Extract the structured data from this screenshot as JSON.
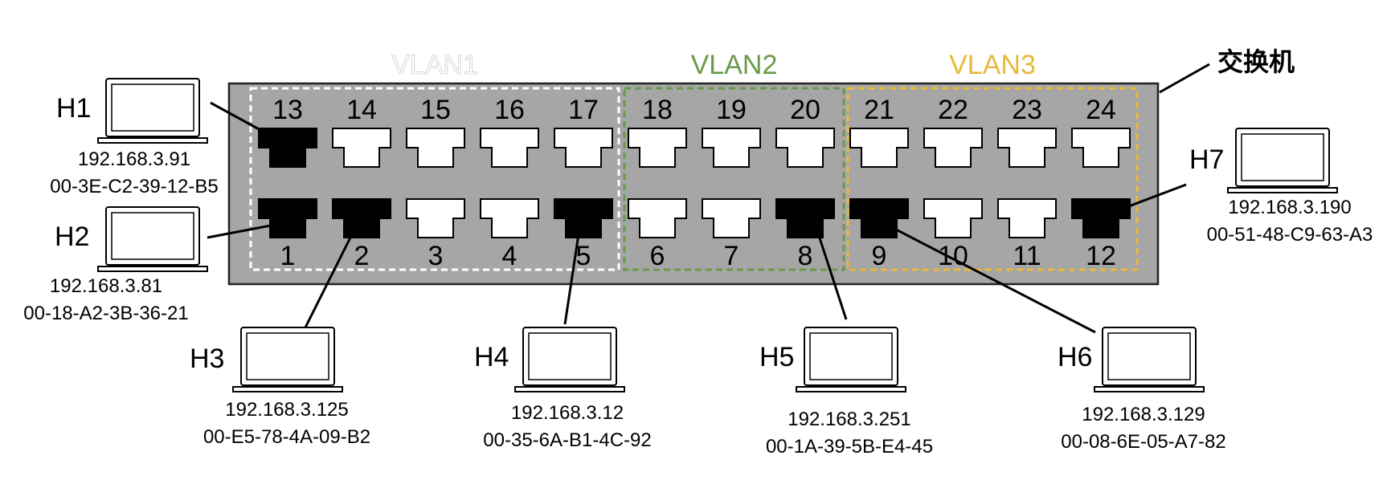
{
  "switch_label": "交换机",
  "vlans": [
    {
      "name": "VLAN1",
      "color": "#ffffff",
      "ports": [
        1,
        2,
        3,
        4,
        5,
        13,
        14,
        15,
        16,
        17
      ]
    },
    {
      "name": "VLAN2",
      "color": "#6a9a4a",
      "ports": [
        6,
        7,
        8,
        18,
        19,
        20
      ]
    },
    {
      "name": "VLAN3",
      "color": "#e8b93a",
      "ports": [
        9,
        10,
        11,
        12,
        21,
        22,
        23,
        24
      ]
    }
  ],
  "ports_top": [
    13,
    14,
    15,
    16,
    17,
    18,
    19,
    20,
    21,
    22,
    23,
    24
  ],
  "ports_bottom": [
    1,
    2,
    3,
    4,
    5,
    6,
    7,
    8,
    9,
    10,
    11,
    12
  ],
  "connected_ports": [
    1,
    2,
    5,
    8,
    9,
    12,
    13
  ],
  "hosts": [
    {
      "name": "H1",
      "ip": "192.168.3.91",
      "mac": "00-3E-C2-39-12-B5",
      "port": 13
    },
    {
      "name": "H2",
      "ip": "192.168.3.81",
      "mac": "00-18-A2-3B-36-21",
      "port": 1
    },
    {
      "name": "H3",
      "ip": "192.168.3.125",
      "mac": "00-E5-78-4A-09-B2",
      "port": 2
    },
    {
      "name": "H4",
      "ip": "192.168.3.12",
      "mac": "00-35-6A-B1-4C-92",
      "port": 5
    },
    {
      "name": "H5",
      "ip": "192.168.3.251",
      "mac": "00-1A-39-5B-E4-45",
      "port": 8
    },
    {
      "name": "H6",
      "ip": "192.168.3.129",
      "mac": "00-08-6E-05-A7-82",
      "port": 9
    },
    {
      "name": "H7",
      "ip": "192.168.3.190",
      "mac": "00-51-48-C9-63-A3",
      "port": 12
    }
  ],
  "colors": {
    "switch_body": "#a6a6a6",
    "port_empty": "#ffffff",
    "port_used": "#000000"
  }
}
